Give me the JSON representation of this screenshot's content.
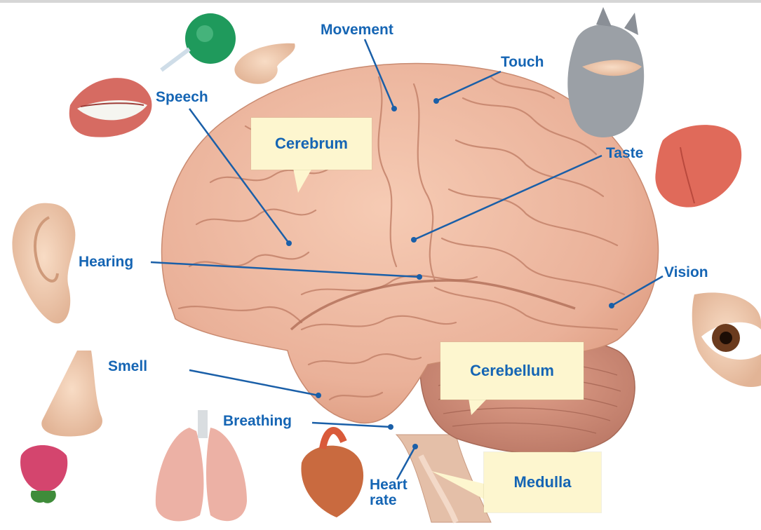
{
  "labels": {
    "movement": "Movement",
    "touch": "Touch",
    "speech": "Speech",
    "taste": "Taste",
    "hearing": "Hearing",
    "vision": "Vision",
    "smell": "Smell",
    "breathing": "Breathing",
    "heart_rate_line1": "Heart",
    "heart_rate_line2": "rate"
  },
  "callouts": {
    "cerebrum": "Cerebrum",
    "cerebellum": "Cerebellum",
    "medulla": "Medulla"
  },
  "colors": {
    "label_text": "#1565b4",
    "leader_line": "#1a5fa8",
    "callout_fill": "#fdf6cf",
    "brain_fill": "#eeb9a0",
    "brain_fold": "#c98a70"
  },
  "icons": [
    "mouth-icon",
    "whistle-icon",
    "hand-icon",
    "cat-icon",
    "tongue-icon",
    "ear-icon",
    "eye-icon",
    "nose-icon",
    "rose-icon",
    "lungs-icon",
    "heart-icon"
  ]
}
